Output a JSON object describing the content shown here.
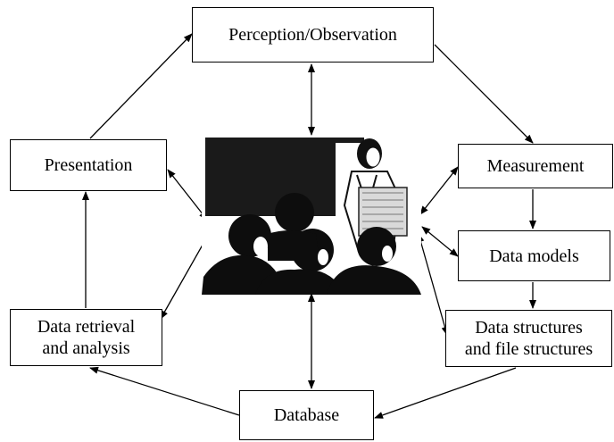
{
  "nodes": {
    "perception": "Perception/Observation",
    "measurement": "Measurement",
    "data_models": "Data models",
    "data_structures": "Data structures\nand file structures",
    "database": "Database",
    "retrieval": "Data retrieval\nand analysis",
    "presentation": "Presentation"
  },
  "illustration": {
    "icon": "classroom-photo-icon",
    "description_colors": {
      "board": "#1a1a1a",
      "silhouette": "#0d0d0d"
    }
  }
}
